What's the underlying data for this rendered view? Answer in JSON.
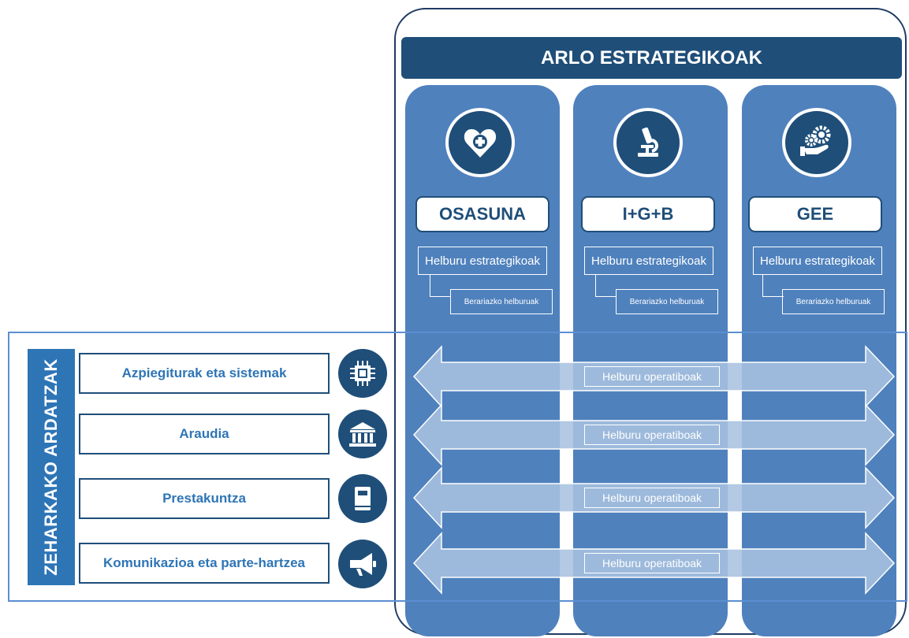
{
  "title": "ARLO ESTRATEGIKOAK",
  "areas": [
    {
      "name": "OSASUNA",
      "icon": "heart-medical-icon",
      "objective": "Helburu estrategikoak",
      "sub_objective": "Berariazko helburuak"
    },
    {
      "name": "I+G+B",
      "icon": "microscope-icon",
      "objective": "Helburu estrategikoak",
      "sub_objective": "Berariazko helburuak"
    },
    {
      "name": "GEE",
      "icon": "hand-gears-icon",
      "objective": "Helburu estrategikoak",
      "sub_objective": "Berariazko helburuak"
    }
  ],
  "cross_axes_label": "ZEHARKAKO ARDATZAK",
  "cross_axes": [
    {
      "name": "Azpiegiturak eta sistemak",
      "icon": "chip-icon",
      "operational": "Helburu operatiboak"
    },
    {
      "name": "Araudia",
      "icon": "government-building-icon",
      "operational": "Helburu operatiboak"
    },
    {
      "name": "Prestakuntza",
      "icon": "book-icon",
      "operational": "Helburu operatiboak"
    },
    {
      "name": "Komunikazioa eta parte-hartzea",
      "icon": "megaphone-icon",
      "operational": "Helburu operatiboak"
    }
  ],
  "colors": {
    "dark_blue": "#1f4e79",
    "column_blue": "#4f81bd",
    "label_blue": "#2e75b6",
    "arrow": "#a9c2e0"
  }
}
